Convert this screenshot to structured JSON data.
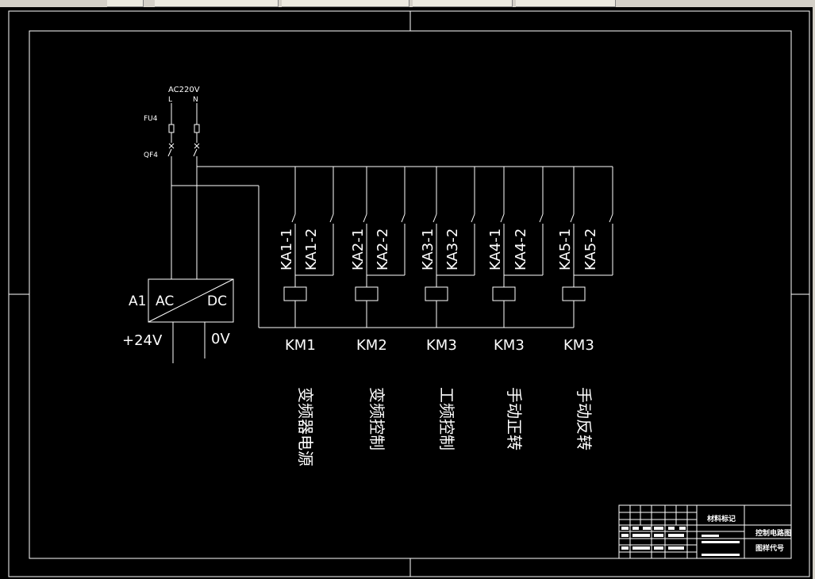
{
  "window": {
    "toolbar_buttons": 5
  },
  "power": {
    "supply_label": "AC220V",
    "line_label": "L",
    "neutral_label": "N",
    "fuse_label": "FU4",
    "breaker_label": "QF4"
  },
  "psu": {
    "terminal_label": "A1",
    "input_label": "AC",
    "output_label": "DC",
    "positive_label": "+24V",
    "negative_label": "0V"
  },
  "contacts": [
    "KA1-1",
    "KA1-2",
    "KA2-1",
    "KA2-2",
    "KA3-1",
    "KA3-2",
    "KA4-1",
    "KA4-2",
    "KA5-1",
    "KA5-2"
  ],
  "coils": [
    "KM1",
    "KM2",
    "KM3",
    "KM3",
    "KM3"
  ],
  "descriptions": [
    "变频器电源",
    "变频控制",
    "工频控制",
    "手动正转",
    "手动反转"
  ],
  "title_block": {
    "material_label": "材料标记",
    "drawing_title": "控制电路图",
    "drawing_code_label": "图样代号"
  },
  "colors": {
    "background": "#000000",
    "lines": "#ffffff"
  }
}
